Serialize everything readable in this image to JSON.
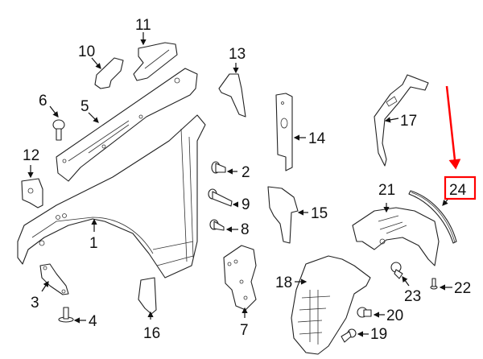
{
  "diagram": {
    "title": "Fender & Components Parts Diagram",
    "highlight_color": "#ff0000",
    "highlighted_part": "24",
    "callouts": [
      {
        "id": "1",
        "label": "1"
      },
      {
        "id": "2",
        "label": "2"
      },
      {
        "id": "3",
        "label": "3"
      },
      {
        "id": "4",
        "label": "4"
      },
      {
        "id": "5",
        "label": "5"
      },
      {
        "id": "6",
        "label": "6"
      },
      {
        "id": "7",
        "label": "7"
      },
      {
        "id": "8",
        "label": "8"
      },
      {
        "id": "9",
        "label": "9"
      },
      {
        "id": "10",
        "label": "10"
      },
      {
        "id": "11",
        "label": "11"
      },
      {
        "id": "12",
        "label": "12"
      },
      {
        "id": "13",
        "label": "13"
      },
      {
        "id": "14",
        "label": "14"
      },
      {
        "id": "15",
        "label": "15"
      },
      {
        "id": "16",
        "label": "16"
      },
      {
        "id": "17",
        "label": "17"
      },
      {
        "id": "18",
        "label": "18"
      },
      {
        "id": "19",
        "label": "19"
      },
      {
        "id": "20",
        "label": "20"
      },
      {
        "id": "21",
        "label": "21"
      },
      {
        "id": "22",
        "label": "22"
      },
      {
        "id": "23",
        "label": "23"
      },
      {
        "id": "24",
        "label": "24"
      }
    ]
  }
}
